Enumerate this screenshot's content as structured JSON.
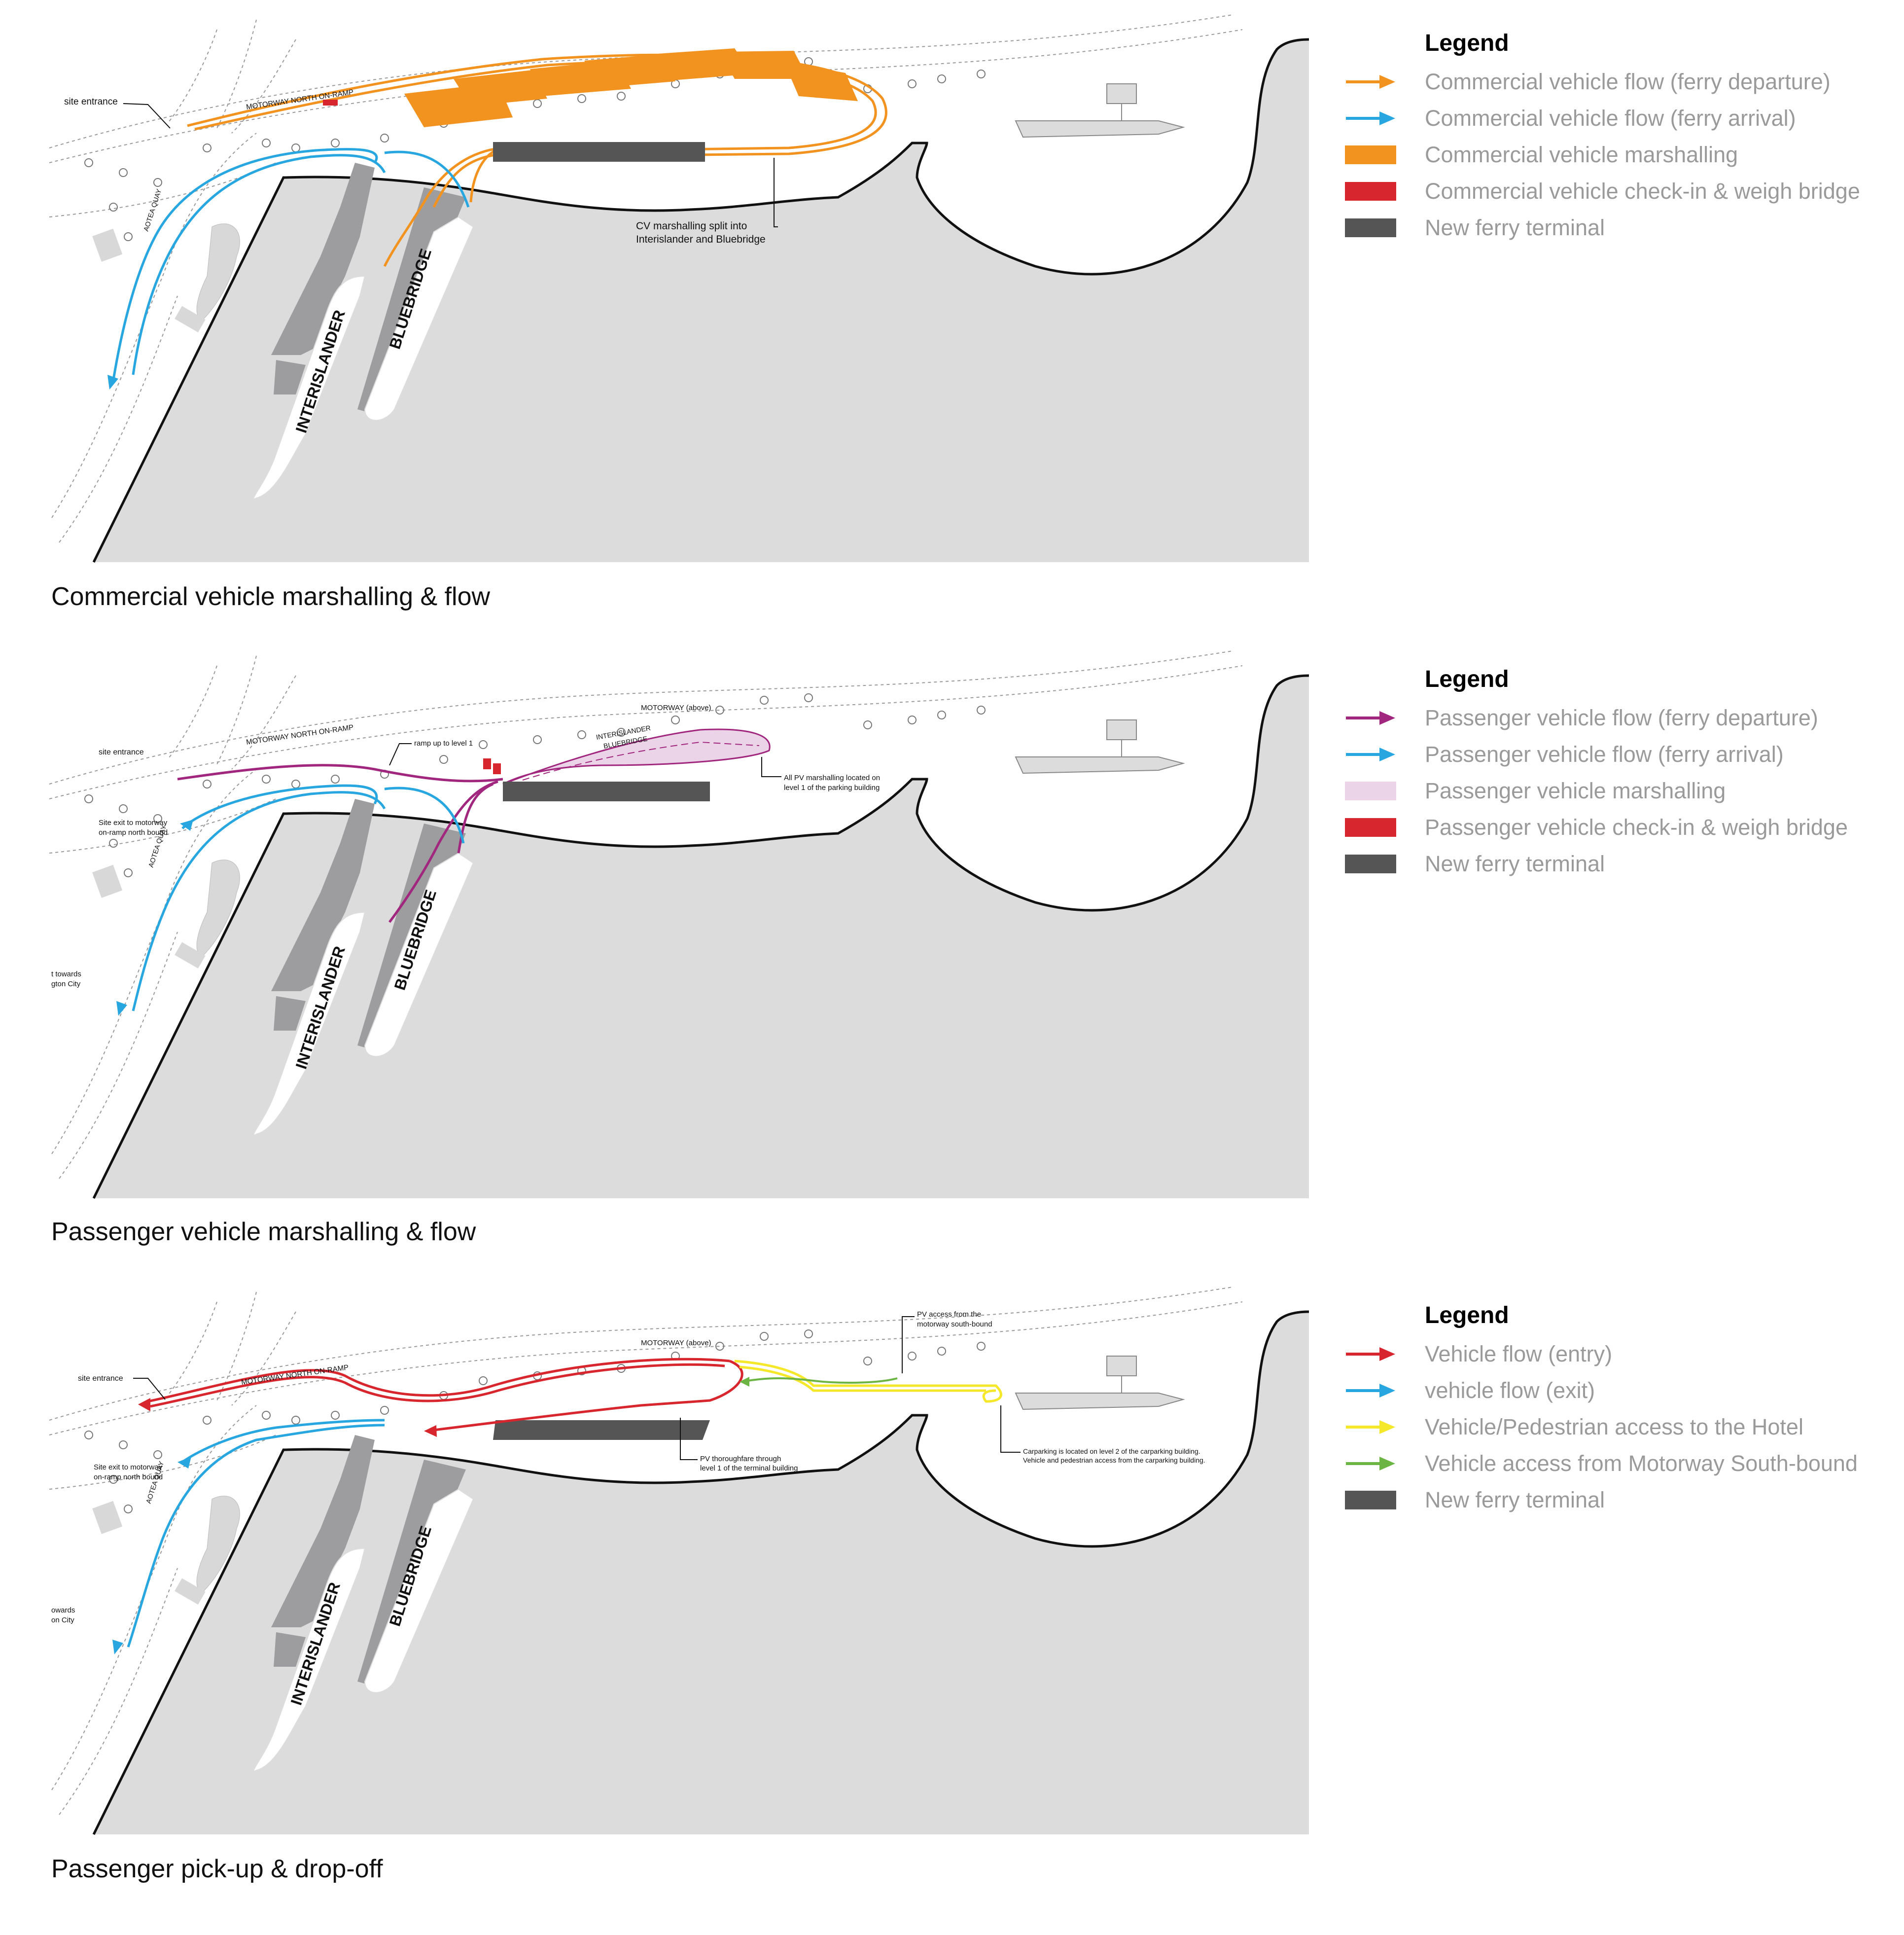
{
  "panels": [
    {
      "caption": "Commercial vehicle marshalling & flow",
      "legend": {
        "title": "Legend",
        "items": [
          {
            "symbol": "arrow",
            "color": "#f2921f",
            "label": "Commercial vehicle flow (ferry departure)"
          },
          {
            "symbol": "arrow",
            "color": "#28a6e0",
            "label": "Commercial vehicle flow (ferry arrival)"
          },
          {
            "symbol": "swatch",
            "color": "#f2921f",
            "label": "Commercial vehicle marshalling"
          },
          {
            "symbol": "swatch",
            "color": "#d7262d",
            "label": "Commercial vehicle  check-in & weigh bridge"
          },
          {
            "symbol": "swatch",
            "color": "#555555",
            "label": "New ferry terminal"
          }
        ]
      },
      "labels": {
        "site_entrance": "site entrance",
        "motorway_ramp": "MOTORWAY NORTH ON-RAMP",
        "aotea_quay": "AOTEA QUAY",
        "interislander": "INTERISLANDER",
        "bluebridge": "BLUEBRIDGE",
        "cv_note_1": "CV marshalling split into",
        "cv_note_2": "Interislander and Bluebridge"
      }
    },
    {
      "caption": "Passenger vehicle marshalling & flow",
      "legend": {
        "title": "Legend",
        "items": [
          {
            "symbol": "arrow",
            "color": "#a0267e",
            "label": "Passenger vehicle flow (ferry departure)"
          },
          {
            "symbol": "arrow",
            "color": "#28a6e0",
            "label": "Passenger vehicle flow (ferry arrival)"
          },
          {
            "symbol": "swatch",
            "color": "#ebd3e8",
            "label": "Passenger vehicle marshalling"
          },
          {
            "symbol": "swatch",
            "color": "#d7262d",
            "label": "Passenger vehicle check-in & weigh bridge"
          },
          {
            "symbol": "swatch",
            "color": "#555555",
            "label": "New ferry terminal"
          }
        ]
      },
      "labels": {
        "site_entrance": "site entrance",
        "motorway_ramp": "MOTORWAY NORTH ON-RAMP",
        "motorway_above": "MOTORWAY (above)",
        "ramp_up": "ramp up to level 1",
        "marshalling_1": "INTERISLANDER",
        "marshalling_2": "BLUEBRIDGE",
        "pv_note_1": "All PV marshalling located on",
        "pv_note_2": "level 1 of the parking building",
        "site_exit_1": "Site exit to motorway",
        "site_exit_2": "on-ramp north bound",
        "city_1": "t towards",
        "city_2": "gton City",
        "aotea_quay": "AOTEA QUAY",
        "interislander": "INTERISLANDER",
        "bluebridge": "BLUEBRIDGE"
      }
    },
    {
      "caption": "Passenger pick-up & drop-off",
      "legend": {
        "title": "Legend",
        "items": [
          {
            "symbol": "arrow",
            "color": "#d7262d",
            "label": "Vehicle flow (entry)"
          },
          {
            "symbol": "arrow",
            "color": "#28a6e0",
            "label": "vehicle flow (exit)"
          },
          {
            "symbol": "arrow",
            "color": "#f5e82a",
            "label": "Vehicle/Pedestrian access to the Hotel"
          },
          {
            "symbol": "arrow",
            "color": "#6cb544",
            "label": "Vehicle access from Motorway South-bound"
          },
          {
            "symbol": "swatch",
            "color": "#555555",
            "label": "New ferry terminal"
          }
        ]
      },
      "labels": {
        "site_entrance": "site entrance",
        "motorway_ramp": "MOTORWAY NORTH ON-RAMP",
        "motorway_above": "MOTORWAY (above)",
        "pv_access_1": "PV access from the",
        "pv_access_2": "motorway south-bound",
        "pv_through_1": "PV thoroughfare through",
        "pv_through_2": "level 1 of the terminal building",
        "carpark_1": "Carparking is located on level 2 of the carparking building.",
        "carpark_2": "Vehicle and pedestrian access from the carparking building.",
        "site_exit_1": "Site exit to motorway",
        "site_exit_2": "on-ramp north bound",
        "city_1": "owards",
        "city_2": "on City",
        "aotea_quay": "AOTEA QUAY",
        "interislander": "INTERISLANDER",
        "bluebridge": "BLUEBRIDGE"
      }
    }
  ]
}
